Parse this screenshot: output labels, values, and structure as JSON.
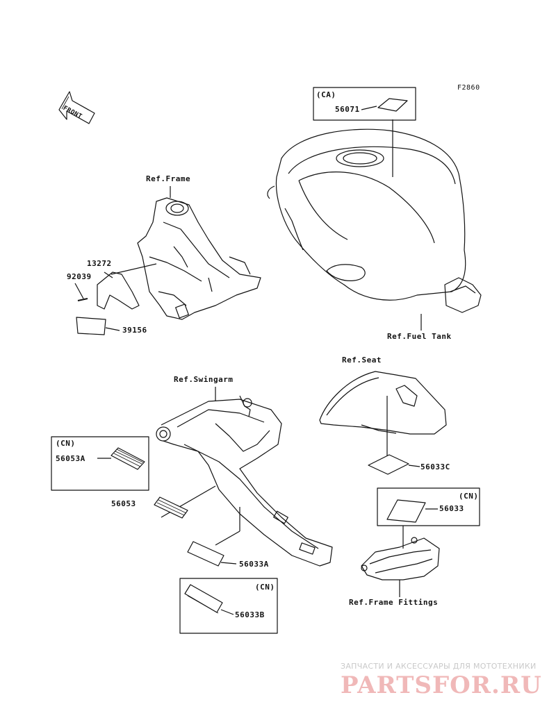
{
  "figure_code": "F2860",
  "front_marker": "FRONT",
  "refs": {
    "frame": "Ref.Frame",
    "fuel_tank": "Ref.Fuel Tank",
    "seat": "Ref.Seat",
    "swingarm": "Ref.Swingarm",
    "frame_fittings": "Ref.Frame Fittings"
  },
  "parts": {
    "p56071": "56071",
    "p13272": "13272",
    "p92039": "92039",
    "p39156": "39156",
    "p56053A": "56053A",
    "p56053": "56053",
    "p56033A": "56033A",
    "p56033B": "56033B",
    "p56033C": "56033C",
    "p56033": "56033"
  },
  "region_tags": {
    "ca": "(CA)",
    "cn_1": "(CN)",
    "cn_2": "(CN)",
    "cn_3": "(CN)"
  },
  "watermark": {
    "subtitle": "ЗАПЧАСТИ И АКСЕССУАРЫ ДЛЯ МОТОТЕХНИКИ",
    "logo": "PARTSFOR.RU"
  },
  "colors": {
    "ink": "#111111",
    "watermark_logo": "#f0b8b8",
    "watermark_text": "#c9c9c9"
  }
}
